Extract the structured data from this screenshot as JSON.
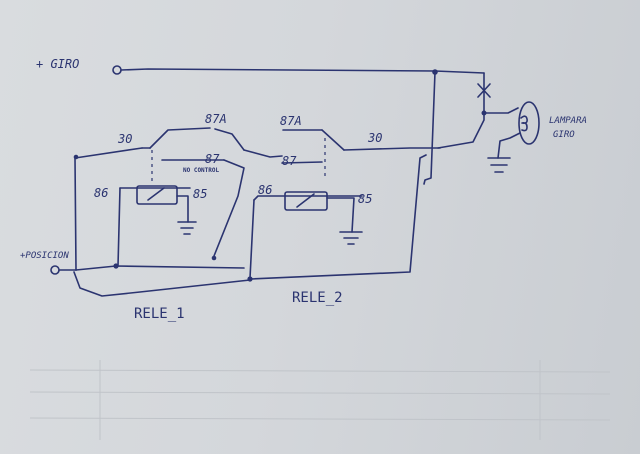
{
  "labels": {
    "giro": "+ GIRO",
    "posicion": "+POSICION",
    "lampara_line1": "LAMPARA",
    "lampara_line2": "GIRO",
    "rele1": "RELE_1",
    "rele2": "RELE_2",
    "no_control": "NO CONTROL",
    "r1_30": "30",
    "r1_87a": "87A",
    "r1_87": "87",
    "r1_86": "86",
    "r1_85": "85",
    "r2_87a": "87A",
    "r2_87": "87",
    "r2_30": "30",
    "r2_86": "86",
    "r2_85": "85"
  }
}
